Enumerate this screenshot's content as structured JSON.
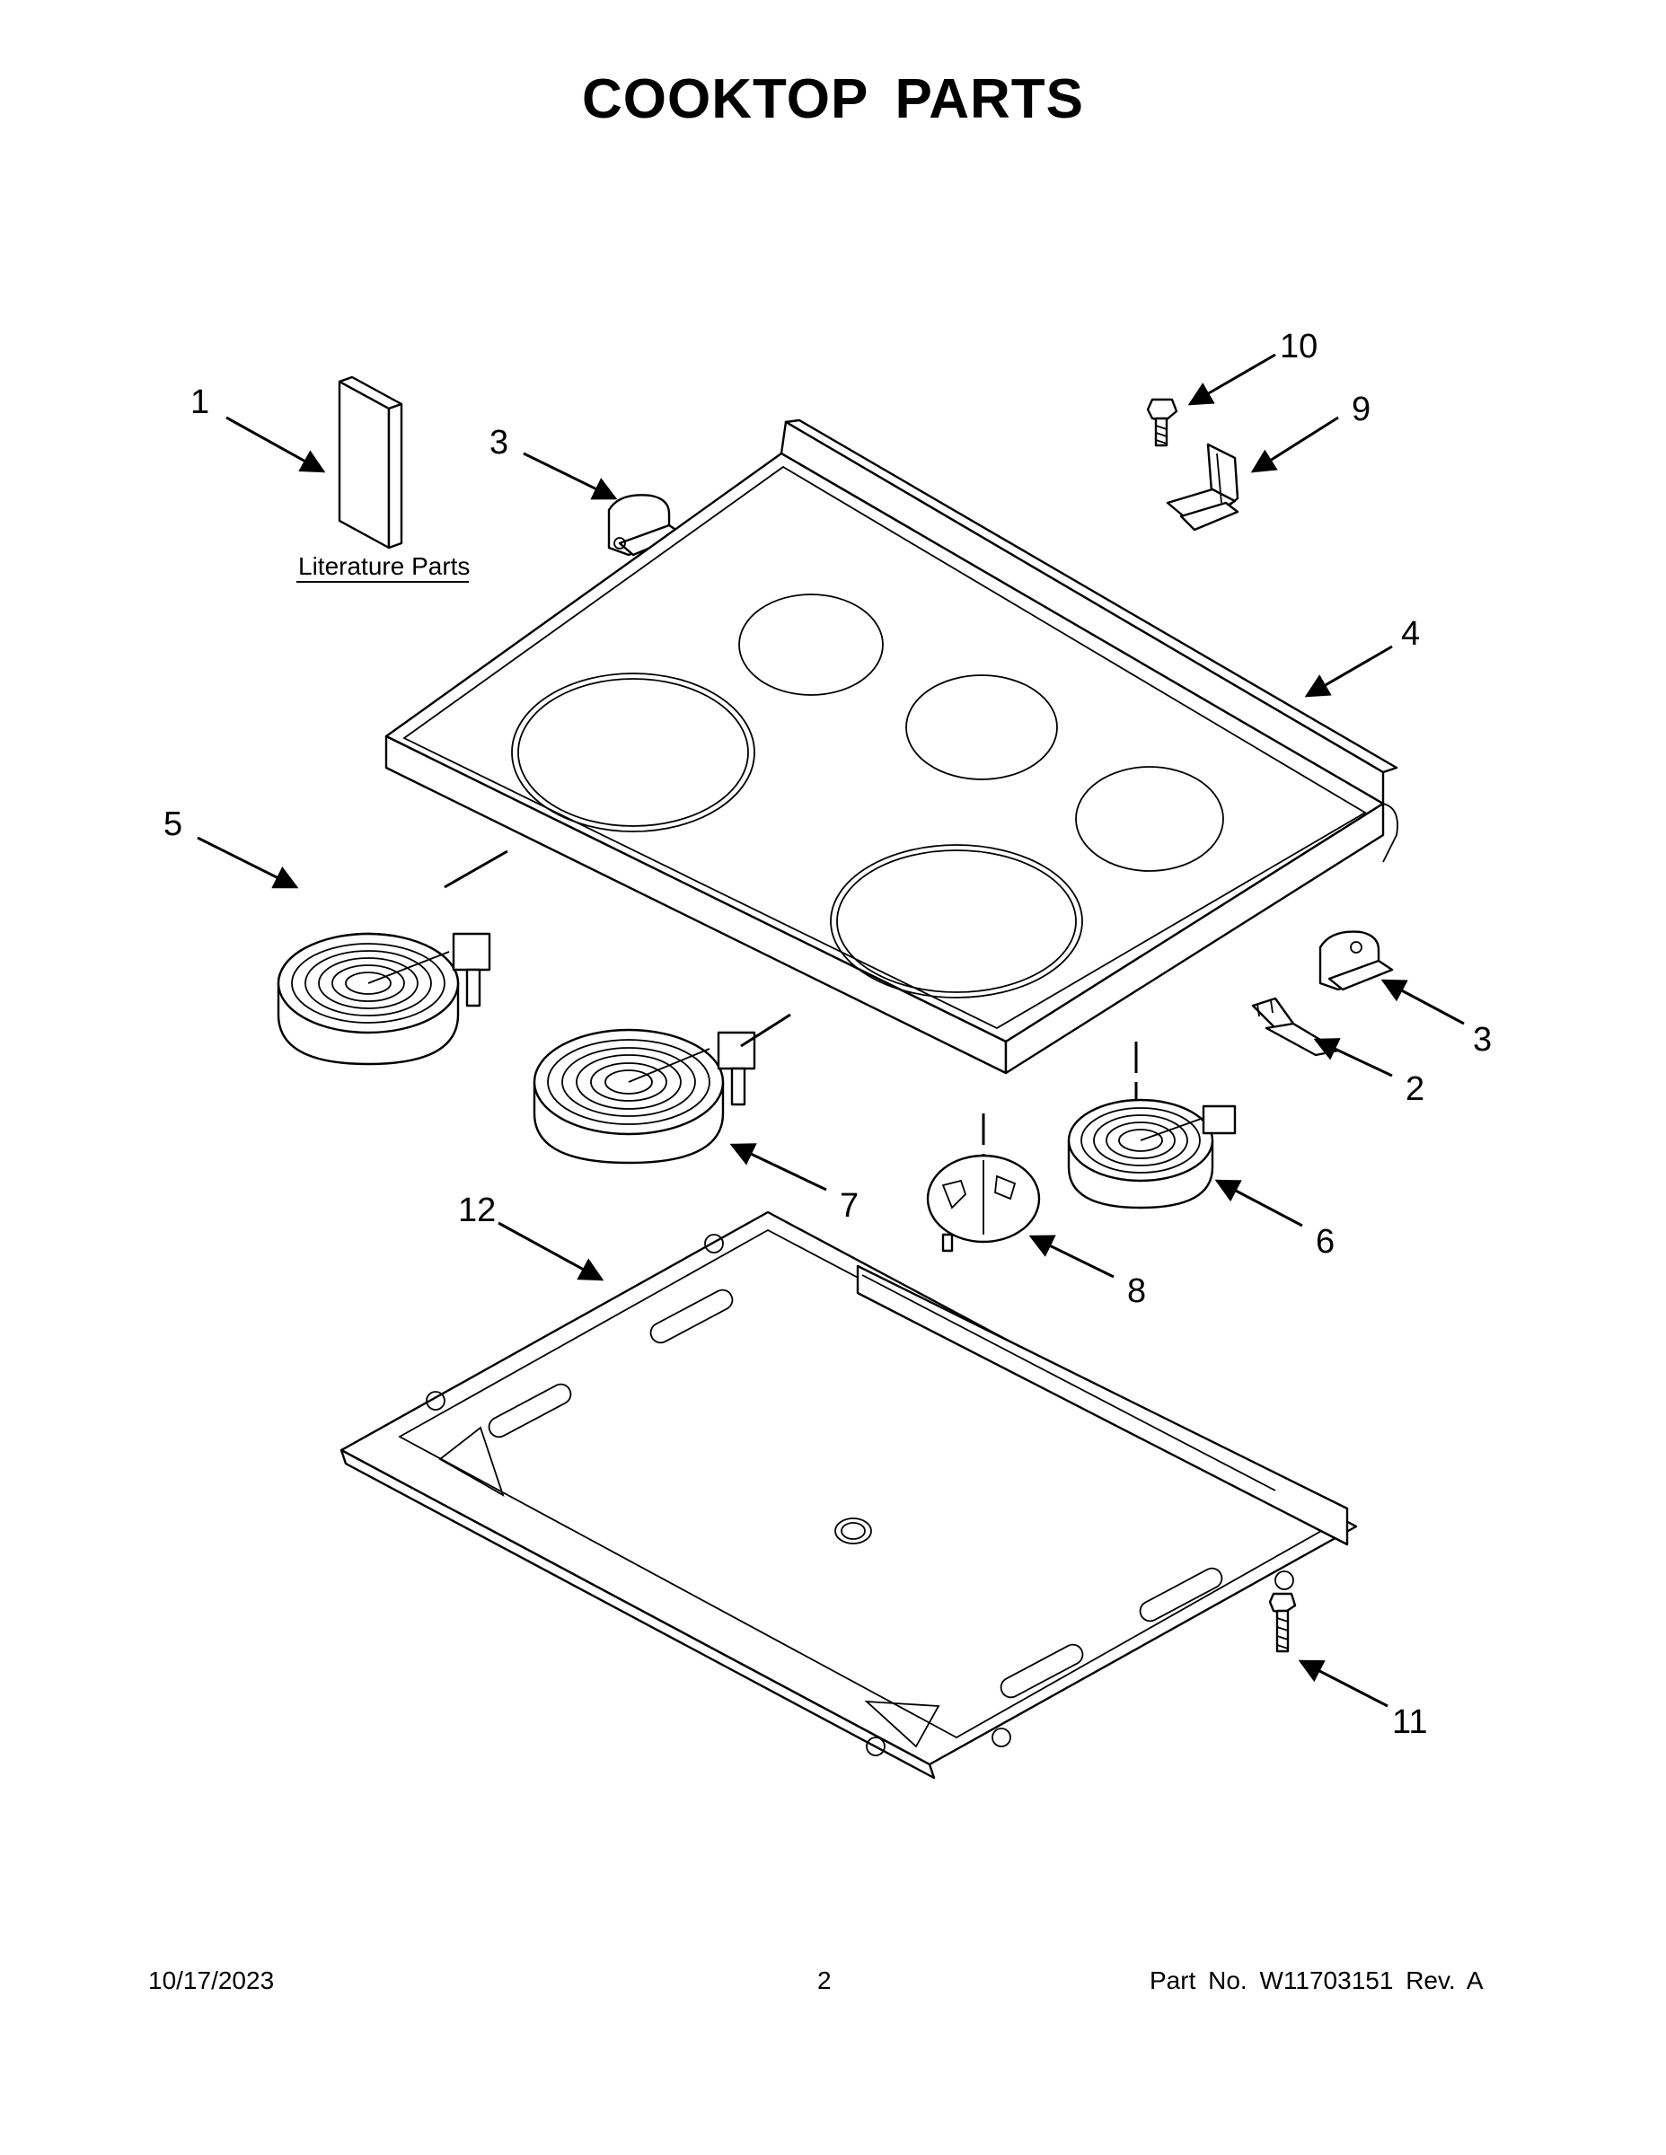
{
  "page": {
    "title": "COOKTOP  PARTS",
    "footer_date": "10/17/2023",
    "footer_page": "2",
    "footer_part": "Part No.  W11703151  Rev.  A"
  },
  "callouts": {
    "c1": "1",
    "c2": "2",
    "c3a": "3",
    "c3b": "3",
    "c4": "4",
    "c5": "5",
    "c6": "6",
    "c7": "7",
    "c8": "8",
    "c9": "9",
    "c10": "10",
    "c11": "11",
    "c12": "12"
  },
  "labels": {
    "literature_parts": "Literature Parts"
  }
}
